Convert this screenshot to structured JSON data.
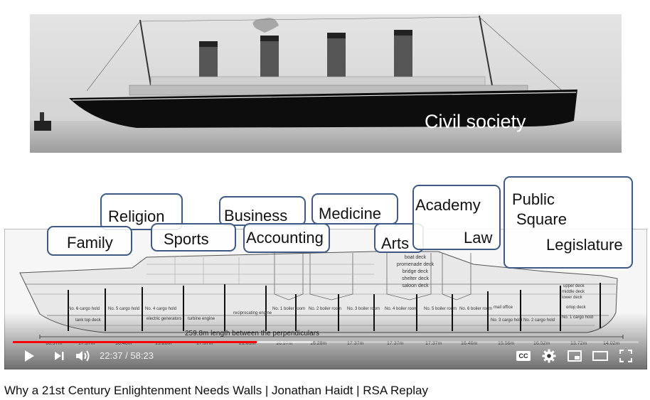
{
  "slide": {
    "photo_caption": "Civil society",
    "tags": {
      "religion": "Religion",
      "business": "Business",
      "medicine": "Medicine",
      "academy": "Academy",
      "law": "Law",
      "public_square": "Public",
      "public_square_2": "Square",
      "legislature": "Legislature",
      "family": "Family",
      "sports": "Sports",
      "accounting": "Accounting",
      "arts": "Arts"
    },
    "diagram": {
      "length_label": "259.8m length between the perpendiculars",
      "deck_labels": [
        "boat deck",
        "promenade deck",
        "bridge deck",
        "shelter deck",
        "saloon deck"
      ],
      "compartments": [
        "No. 6 cargo hold",
        "No. 5 cargo hold",
        "No. 4 cargo hold",
        "turbine engine",
        "reciprocating engine",
        "No. 1 boiler room",
        "No. 2 boiler room",
        "No. 3 boiler room",
        "No. 4 boiler room",
        "No. 5 boiler room",
        "No. 6 boiler room",
        "mail office",
        "No. 3 cargo hold",
        "No. 2 cargo hold",
        "No. 1 cargo hold"
      ],
      "lower_labels": [
        "tank top deck",
        "electric generators",
        "orlop deck",
        "upper deck",
        "middle deck",
        "lower deck"
      ],
      "measurements": [
        "16.97m",
        "17.37m",
        "16.46m",
        "19.20m",
        "17.37m",
        "21.03m",
        "16.97m",
        "16.28m",
        "17.37m",
        "17.37m",
        "17.37m",
        "16.46m",
        "15.56m",
        "16.52m",
        "13.72m",
        "14.02m"
      ]
    }
  },
  "player": {
    "progress_played": 0.39,
    "progress_loaded": 0.48,
    "time_current": "22:37",
    "time_separator": " / ",
    "time_total": "58:23",
    "icons": {
      "play": "play-icon",
      "next": "next-icon",
      "volume": "volume-icon",
      "captions": "captions-icon",
      "settings": "gear-icon",
      "miniplayer": "miniplayer-icon",
      "theater": "theater-icon",
      "fullscreen": "fullscreen-icon"
    },
    "captions_label": "CC"
  },
  "video": {
    "title": "Why a 21st Century Enlightenment Needs Walls | Jonathan Haidt | RSA Replay"
  }
}
